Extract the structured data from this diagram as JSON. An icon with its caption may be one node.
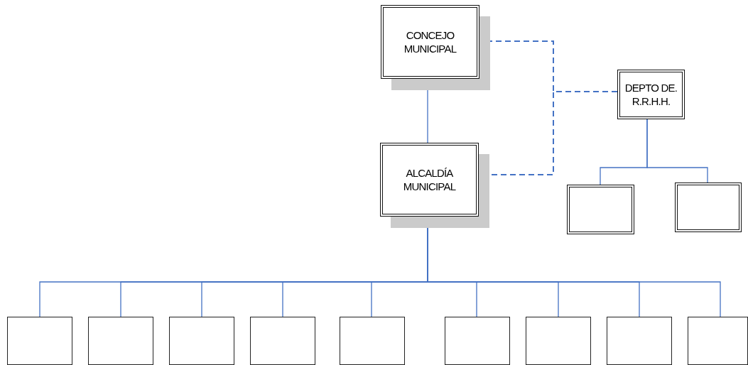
{
  "diagram": {
    "nodes": [
      {
        "text": [
          "CONCEJO MUNICIPAL"
        ]
      },
      {
        "text": [
          "ALCALDÍA MUNICIPAL"
        ]
      },
      {
        "text": [
          "DEPTO DE. R.R.H.H."
        ]
      },
      {
        "text": [],
        "shape": "box"
      },
      {
        "text": [],
        "shape": "box"
      },
      {
        "text": [],
        "shape": "box"
      },
      {
        "text": [],
        "shape": "box"
      },
      {
        "text": [],
        "shape": "box"
      },
      {
        "text": [],
        "shape": "box"
      },
      {
        "text": [],
        "shape": "box"
      },
      {
        "text": [],
        "shape": "box"
      },
      {
        "text": [],
        "shape": "box"
      },
      {
        "text": [],
        "shape": "box"
      },
      {
        "text": [],
        "shape": "box"
      }
    ],
    "edges": [
      {
        "from": 0,
        "to": 1,
        "arrow": "none"
      },
      {
        "from": 0,
        "to": 2,
        "arrow": "none",
        "style": "dashed"
      },
      {
        "from": 1,
        "to": 2,
        "arrow": "none",
        "style": "dashed"
      },
      {
        "from": 2,
        "to": 3,
        "arrow": "none"
      },
      {
        "from": 2,
        "to": 4,
        "arrow": "none"
      },
      {
        "from": 1,
        "to": 5,
        "arrow": "none"
      },
      {
        "from": 1,
        "to": 6,
        "arrow": "none"
      },
      {
        "from": 1,
        "to": 7,
        "arrow": "none"
      },
      {
        "from": 1,
        "to": 8,
        "arrow": "none"
      },
      {
        "from": 1,
        "to": 9,
        "arrow": "none"
      },
      {
        "from": 1,
        "to": 10,
        "arrow": "none"
      },
      {
        "from": 1,
        "to": 11,
        "arrow": "none"
      },
      {
        "from": 1,
        "to": 12,
        "arrow": "none"
      },
      {
        "from": 1,
        "to": 13,
        "arrow": "none"
      }
    ]
  }
}
